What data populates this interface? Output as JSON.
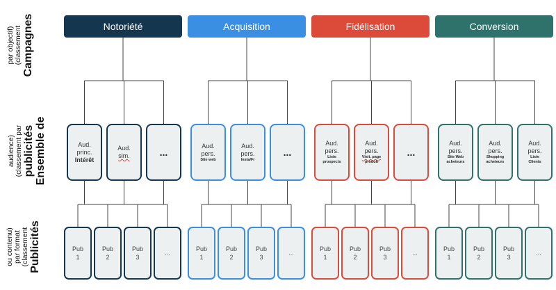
{
  "row_labels": {
    "campaigns": {
      "title": "Campagnes",
      "subtitle": [
        "(classement",
        "par objectif)"
      ]
    },
    "ad_sets": {
      "title": [
        "Ensemble de",
        "publicités"
      ],
      "subtitle": [
        "(classement par",
        "audience)"
      ]
    },
    "ads": {
      "title": "Publicités",
      "subtitle": [
        "(classement",
        "par format",
        "ou contenu)"
      ]
    }
  },
  "colors": {
    "notoriete": "#15364f",
    "acquisition": "#3b8fe3",
    "fidelisation": "#dc4a3a",
    "conversion": "#2f726c",
    "box_fill": "#edf0f0",
    "line": "#444444"
  },
  "campaigns": [
    {
      "name": "Notoriété",
      "audiences": [
        {
          "lines": [
            "Aud.",
            "princ."
          ],
          "detail": "Intérêt",
          "detail_style": "large"
        },
        {
          "lines": [
            "Aud."
          ],
          "detail": "sim.",
          "detail_style": "large",
          "underline": true
        },
        {
          "dots": "..."
        }
      ],
      "ads": [
        "Pub\n1",
        "Pub\n2",
        "Pub\n3",
        "..."
      ]
    },
    {
      "name": "Acquisition",
      "audiences": [
        {
          "lines": [
            "Aud.",
            "pers."
          ],
          "detail": "Site web"
        },
        {
          "lines": [
            "Aud.",
            "pers."
          ],
          "detail": "Insta/Fr"
        },
        {
          "dots": "..."
        }
      ],
      "ads": [
        "Pub\n1",
        "Pub\n2",
        "Pub\n3",
        "..."
      ]
    },
    {
      "name": "Fidélisation",
      "audiences": [
        {
          "lines": [
            "Aud.",
            "pers."
          ],
          "detail": "Liste\nprospects"
        },
        {
          "lines": [
            "Aud.",
            "pers."
          ],
          "detail": "Visit. page\nproduit",
          "underline": true
        },
        {
          "dots": "..."
        }
      ],
      "ads": [
        "Pub\n1",
        "Pub\n2",
        "Pub\n3",
        "..."
      ]
    },
    {
      "name": "Conversion",
      "audiences": [
        {
          "lines": [
            "Aud.",
            "pers."
          ],
          "detail": "Site Web\nacheteurs"
        },
        {
          "lines": [
            "Aud.",
            "pers."
          ],
          "detail": "Shopping\nacheteurs"
        },
        {
          "lines": [
            "Aud.",
            "pers."
          ],
          "detail": "Liste\nClients"
        }
      ],
      "ads": [
        "Pub\n1",
        "Pub\n2",
        "Pub\n3",
        "..."
      ]
    }
  ]
}
